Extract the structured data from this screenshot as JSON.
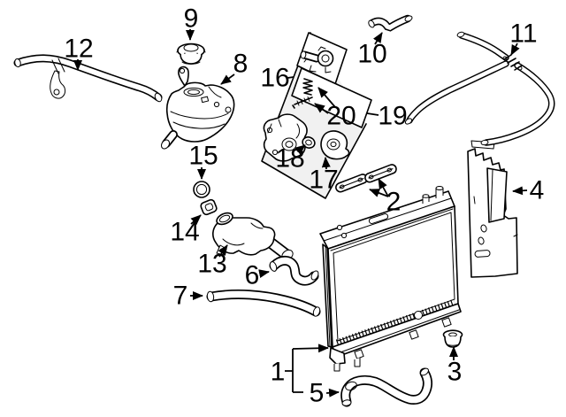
{
  "diagram": {
    "type": "exploded-parts-diagram",
    "subject": "radiator-and-cooling-hoses",
    "background_color": "#ffffff",
    "line_color": "#000000",
    "kit_box_fill": "#f1f1f1",
    "callouts": [
      {
        "num": "1"
      },
      {
        "num": "2"
      },
      {
        "num": "3"
      },
      {
        "num": "4"
      },
      {
        "num": "5"
      },
      {
        "num": "6"
      },
      {
        "num": "7"
      },
      {
        "num": "8"
      },
      {
        "num": "9"
      },
      {
        "num": "10"
      },
      {
        "num": "11"
      },
      {
        "num": "12"
      },
      {
        "num": "13"
      },
      {
        "num": "14"
      },
      {
        "num": "15"
      },
      {
        "num": "16"
      },
      {
        "num": "17"
      },
      {
        "num": "18"
      },
      {
        "num": "19"
      },
      {
        "num": "20"
      }
    ]
  }
}
